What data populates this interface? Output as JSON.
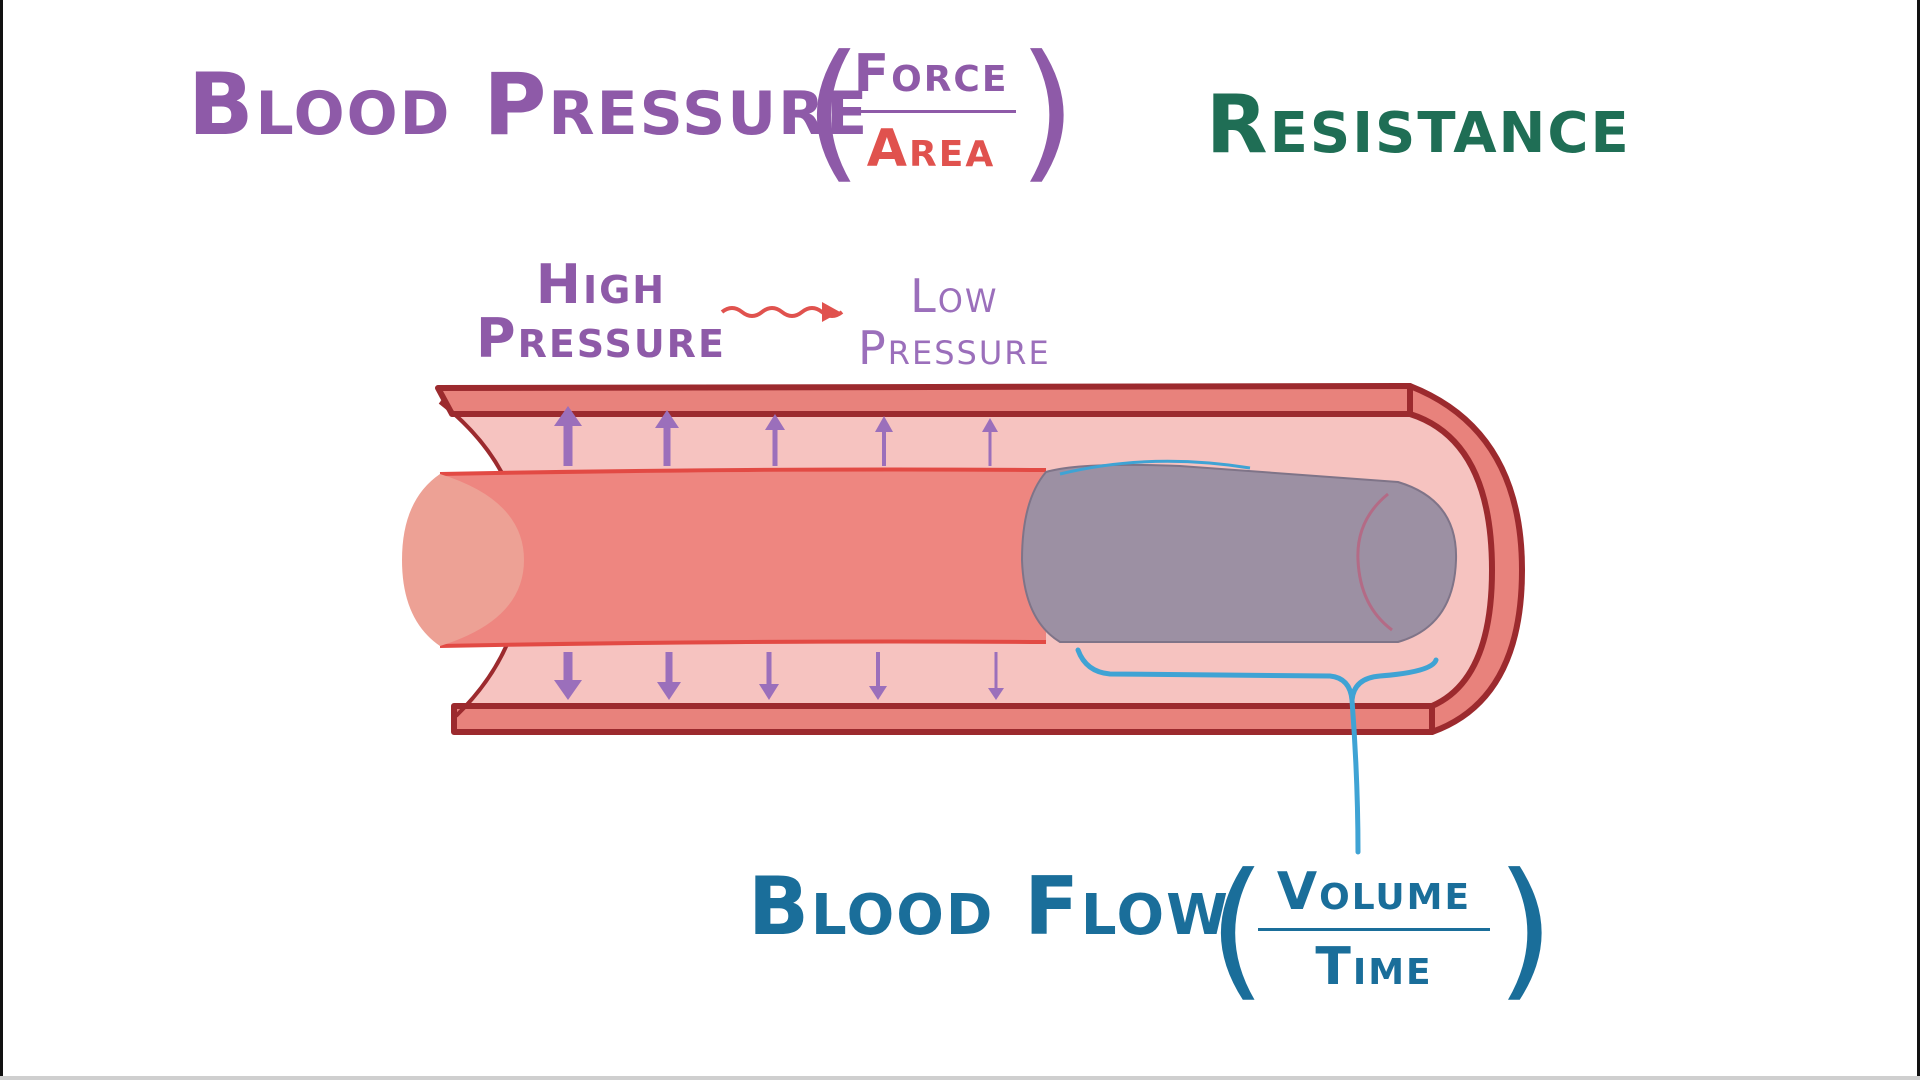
{
  "titles": {
    "blood_pressure": "Blood Pressure",
    "resistance": "Resistance",
    "blood_flow": "Blood Flow"
  },
  "pressure_formula": {
    "numerator": "Force",
    "denominator": "Area"
  },
  "flow_formula": {
    "numerator": "Volume",
    "denominator": "Time"
  },
  "labels": {
    "high_pressure_line1": "High",
    "high_pressure_line2": "Pressure",
    "low_pressure_line1": "Low",
    "low_pressure_line2": "Pressure"
  },
  "colors": {
    "purple": "#8e5aa8",
    "green": "#1f6e55",
    "blue": "#1a6e9a",
    "vessel_wall": "#9c2a2e",
    "vessel_lumen": "#f6c3c0",
    "blood": "#ee8680",
    "bolus": "#9c90a3",
    "bracket": "#3fa3d4"
  },
  "icons": [
    "up-arrow-icon",
    "down-arrow-icon",
    "wavy-arrow-icon"
  ]
}
